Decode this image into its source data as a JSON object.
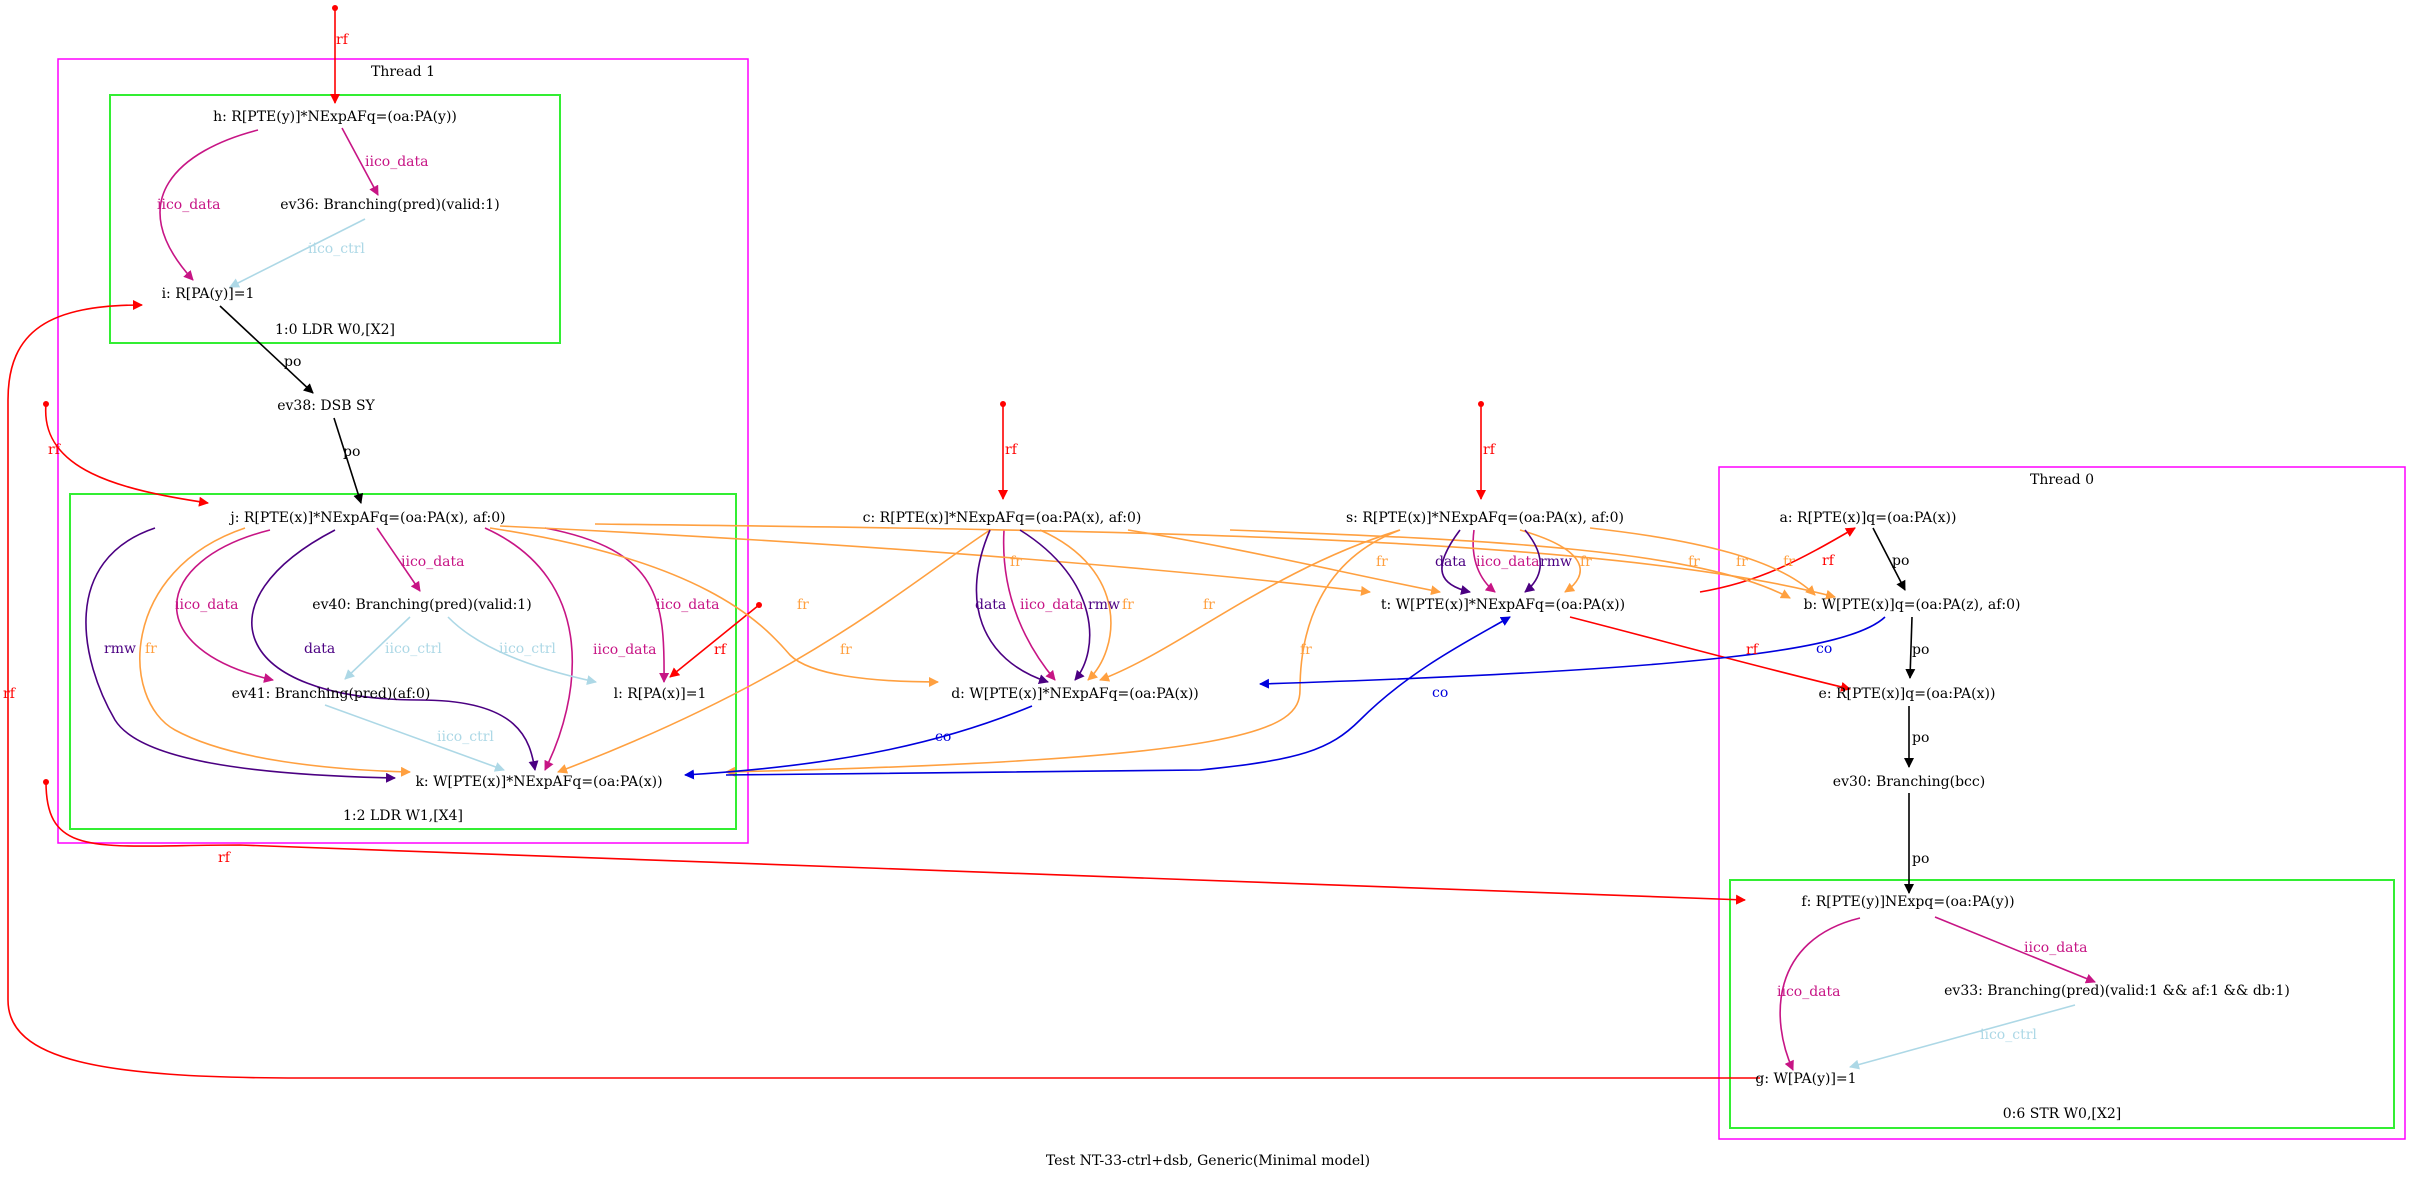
{
  "caption": "Test NT-33-ctrl+dsb, Generic(Minimal model)",
  "colors": {
    "rf": "#ff0000",
    "po": "#000000",
    "iico_data": "#c71585",
    "iico_ctrl": "#add8e6",
    "fr": "#ffa040",
    "co": "#0000dd",
    "data": "#4b0082",
    "rmw": "#4b0082",
    "thread_border": "#ff00ff",
    "instr_border": "#33ee33"
  },
  "clusters": {
    "thread1": "Thread 1",
    "thread0": "Thread 0",
    "instr_t1a": "1:0 LDR W0,[X2]",
    "instr_t1b": "1:2 LDR W1,[X4]",
    "instr_t0": "0:6 STR W0,[X2]"
  },
  "nodes": {
    "h": "h: R[PTE(y)]*NExpAFq=(oa:PA(y))",
    "ev36": "ev36: Branching(pred)(valid:1)",
    "i": "i: R[PA(y)]=1",
    "ev38": "ev38: DSB SY",
    "j": "j: R[PTE(x)]*NExpAFq=(oa:PA(x), af:0)",
    "ev40": "ev40: Branching(pred)(valid:1)",
    "ev41": "ev41: Branching(pred)(af:0)",
    "l": "l: R[PA(x)]=1",
    "k": "k: W[PTE(x)]*NExpAFq=(oa:PA(x))",
    "c": "c: R[PTE(x)]*NExpAFq=(oa:PA(x), af:0)",
    "d": "d: W[PTE(x)]*NExpAFq=(oa:PA(x))",
    "s": "s: R[PTE(x)]*NExpAFq=(oa:PA(x), af:0)",
    "t": "t: W[PTE(x)]*NExpAFq=(oa:PA(x))",
    "a": "a: R[PTE(x)]q=(oa:PA(x))",
    "b": "b: W[PTE(x)]q=(oa:PA(z), af:0)",
    "e": "e: R[PTE(x)]q=(oa:PA(x))",
    "ev30": "ev30: Branching(bcc)",
    "f": "f: R[PTE(y)]NExpq=(oa:PA(y))",
    "ev33": "ev33: Branching(pred)(valid:1 && af:1 && db:1)",
    "g": "g: W[PA(y)]=1"
  },
  "edge_labels": {
    "rf": "rf",
    "po": "po",
    "iico_data": "iico_data",
    "iico_ctrl": "iico_ctrl",
    "fr": "fr",
    "co": "co",
    "data": "data",
    "rmw": "rmw"
  }
}
